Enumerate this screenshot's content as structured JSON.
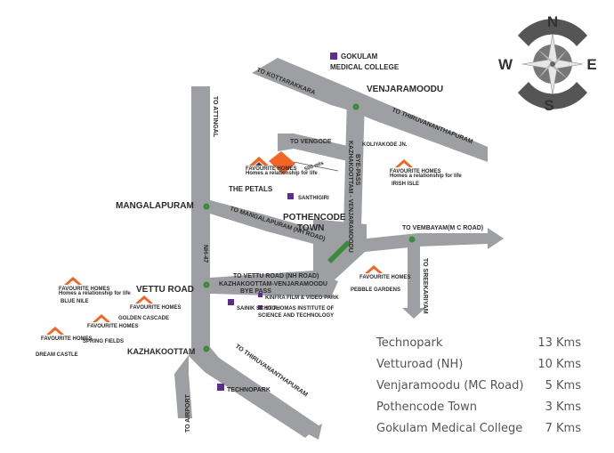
{
  "places": {
    "gokulam": "GOKULAM",
    "gokulam2": "MEDICAL COLLEGE",
    "venjaramoodu": "VENJARAMOODU",
    "mangalapuram": "MANGALAPURAM",
    "pothencode1": "POTHENCODE",
    "pothencode2": "TOWN",
    "vettu_road": "VETTU ROAD",
    "kazhakoottam": "KAZHAKOOTTAM",
    "koliyakode": "KOLIYAKODE JN.",
    "santhigiri": "SANTHIGIRI",
    "sainik": "SAINIK SCHOOL",
    "kinfra": "KINFRA FILM & VIDEO PARK",
    "stthomas1": "ST.THOMAS INSTITUTE OF",
    "stthomas2": "SCIENCE AND TECHNOLOGY",
    "technopark": "TECHNOPARK",
    "mts": "500 mts"
  },
  "roads": {
    "to_kottarakkara": "TO KOTTARAKKARA",
    "to_tvm_top": "TO THIRUVANANTHAPURAM",
    "to_attingal": "TO ATTINGAL",
    "to_vengode": "TO VENGODE",
    "bypass_vert1": "KAZHAKOOTTAM - VENJARAMOODU",
    "bypass_vert2": "BYE-PASS",
    "to_mangalapuram": "TO MANGALAPURAM (NH ROAD)",
    "to_vembayam": "TO VEMBAYAM(M C ROAD)",
    "nh47": "NH-47",
    "to_sreekariyam": "TO SREEKARIYAM",
    "to_vettu_road": "TO VETTU ROAD (NH ROAD)",
    "bypass_h1": "KAZHAKOOTTAM-VENJARAMOODU",
    "bypass_h2": "BYE PASS",
    "to_tvm_bottom": "TO THIRUVANANTHAPURAM",
    "to_airport": "TO AIRPORT"
  },
  "projects": {
    "brand": "FAVOURITE HOMES",
    "tagline": "Homes a relationship for life",
    "the_petals": "THE PETALS",
    "irish_isle": "IRISH ISLE",
    "pebble_gardens": "PEBBLE GARDENS",
    "blue_nile": "BLUE NILE",
    "golden_cascade": "GOLDEN CASCADE",
    "spring_fields": "SPRING FIELDS",
    "dream_castle": "DREAM CASTLE"
  },
  "compass": {
    "n": "N",
    "s": "S",
    "e": "E",
    "w": "W"
  },
  "distances": [
    {
      "name": "Technopark",
      "value": "13 Kms"
    },
    {
      "name": "Vetturoad (NH)",
      "value": "10 Kms"
    },
    {
      "name": "Venjaramoodu (MC Road)",
      "value": "5 Kms"
    },
    {
      "name": "Pothencode Town",
      "value": "3 Kms"
    },
    {
      "name": "Gokulam Medical College",
      "value": "7 Kms"
    }
  ],
  "colors": {
    "road": "#9d9fa2",
    "marker": "#5b2d8f",
    "junction": "#3c8a3c",
    "plot": "#f26522",
    "logo": "#f26522"
  }
}
